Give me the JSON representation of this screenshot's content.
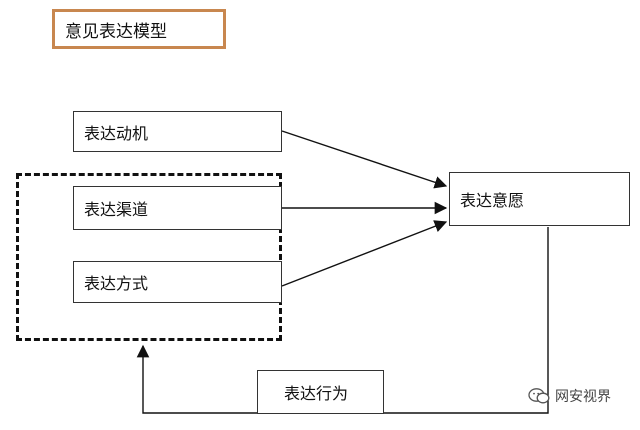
{
  "title": "意见表达模型",
  "nodes": {
    "motivation": "表达动机",
    "channel": "表达渠道",
    "method": "表达方式",
    "intention": "表达意愿",
    "behavior": "表达行为"
  },
  "watermark": {
    "text": "网安视界",
    "icon": "wechat-icon"
  },
  "colors": {
    "title_border": "#c8874f",
    "stroke": "#111111"
  }
}
